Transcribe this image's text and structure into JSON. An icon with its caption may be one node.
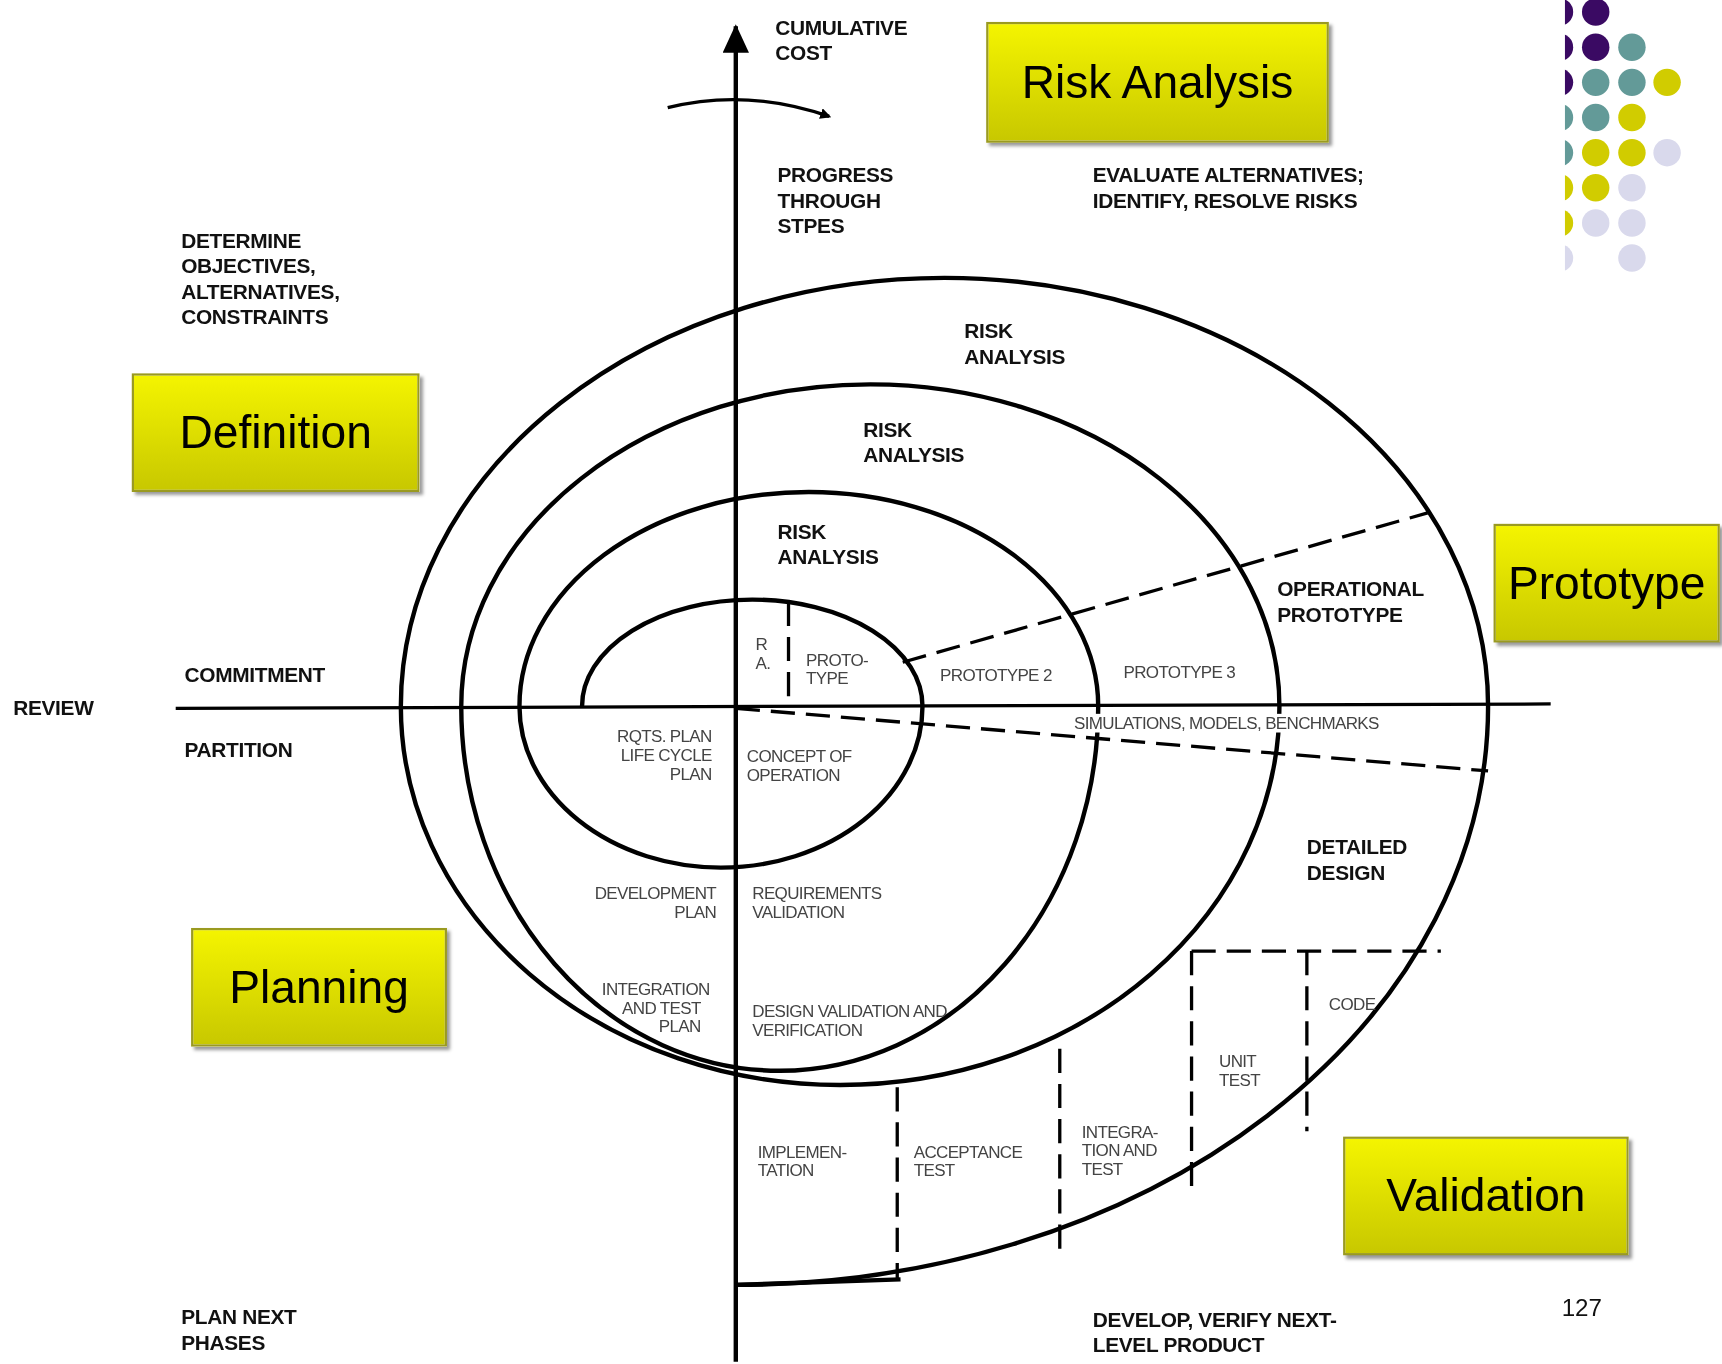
{
  "diagram": {
    "nodes": [
      {
        "text": [
          "Risk Analysis"
        ]
      },
      {
        "text": [
          "Definition"
        ]
      },
      {
        "text": [
          "Prototype"
        ]
      },
      {
        "text": [
          "Planning"
        ]
      },
      {
        "text": [
          "Validation"
        ]
      }
    ],
    "labels": [
      "CUMULATIVE COST",
      "PROGRESS THROUGH STPES",
      "EVALUATE ALTERNATIVES; IDENTIFY, RESOLVE RISKS",
      "DETERMINE OBJECTIVES, ALTERNATIVES, CONSTRAINTS",
      "RISK ANALYSIS",
      "RISK ANALYSIS",
      "RISK ANALYSIS",
      "OPERATIONAL PROTOTYPE",
      "R A.",
      "PROTO- TYPE",
      "COMMITMENT",
      "PROTOTYPE 2",
      "PROTOTYPE 3",
      "REVIEW",
      "SIMULATIONS, MODELS, BENCHMARKS",
      "PARTITION",
      "RQTS. PLAN LIFE CYCLE PLAN",
      "CONCEPT OF OPERATION",
      "DETAILED DESIGN",
      "DEVELOPMENT PLAN",
      "REQUIREMENTS VALIDATION",
      "INTEGRATION AND TEST PLAN",
      "CODE",
      "DESIGN VALIDATION AND VERIFICATION",
      "UNIT TEST",
      "INTEGRA- TION AND TEST",
      "IMPLEMEN- TATION",
      "ACCEPTANCE TEST",
      "127",
      "PLAN NEXT PHASES",
      "DEVELOP, VERIFY NEXT-LEVEL PRODUCT"
    ]
  }
}
